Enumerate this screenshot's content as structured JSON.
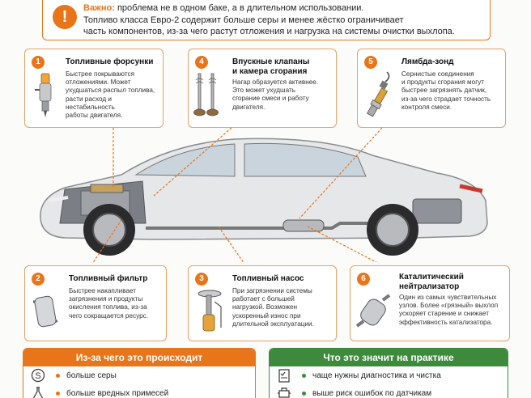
{
  "alert": {
    "icon": "exclamation-icon",
    "label": "Важно:",
    "line1": "проблема не в одном баке, а в длительном использовании.",
    "line2": "Топливо класса Евро-2 содержит больше серы и менее жёстко ограничивает",
    "line3": "часть компонентов, из-за чего растут отложения и нагрузка на системы очистки выхлопа."
  },
  "cards": [
    {
      "num": "1",
      "title": "Топливные форсунки",
      "icon": "injector-icon",
      "desc": [
        "Быстрее покрываются",
        "отложениями. Может",
        "ухудшаться распыл топлива,",
        "расти расход и нестабильность",
        "работы двигателя."
      ]
    },
    {
      "num": "4",
      "title": "Впускные клапаны",
      "title2": "и камера сгорания",
      "icon": "valves-icon",
      "desc": [
        "Нагар образуется активнее.",
        "Это может ухудшать",
        "сгорание смеси и работу",
        "двигателя."
      ]
    },
    {
      "num": "5",
      "title": "Лямбда-зонд",
      "icon": "lambda-sensor-icon",
      "desc": [
        "Сернистые соединения",
        "и продукты сгорания могут",
        "быстрее загрязнять датчик,",
        "из-за чего страдает точность",
        "контроля смеси."
      ]
    },
    {
      "num": "2",
      "title": "Топливный фильтр",
      "icon": "fuel-filter-icon",
      "desc": [
        "Быстрее накапливает",
        "загрязнения и продукты",
        "окисления топлива, из-за",
        "чего сокращается ресурс."
      ]
    },
    {
      "num": "3",
      "title": "Топливный насос",
      "icon": "fuel-pump-icon",
      "desc": [
        "При загрязнении системы",
        "работает с большей",
        "нагрузкой. Возможен",
        "ускоренный износ при",
        "длительной эксплуатации."
      ]
    },
    {
      "num": "6",
      "title": "Каталитический",
      "title2": "нейтрализатор",
      "icon": "catalytic-converter-icon",
      "desc": [
        "Один из самых чувствительных",
        "узлов. Более «грязный» выхлоп",
        "ускоряет старение и снижает",
        "эффективность катализатора."
      ]
    }
  ],
  "causes": {
    "header": "Из-за чего это происходит",
    "color": "#e8751a",
    "items": [
      {
        "icon": "sulfur-icon",
        "text": "больше серы"
      },
      {
        "icon": "flask-icon",
        "text": "больше вредных примесей"
      }
    ]
  },
  "practice": {
    "header": "Что это значит на практике",
    "color": "#3d8a3d",
    "items": [
      {
        "icon": "checklist-icon",
        "text": "чаще нужны диагностика и чистка"
      },
      {
        "icon": "engine-icon",
        "text": "выше риск ошибок по датчикам"
      }
    ]
  },
  "colors": {
    "accent": "#e8751a",
    "green": "#3d8a3d"
  }
}
